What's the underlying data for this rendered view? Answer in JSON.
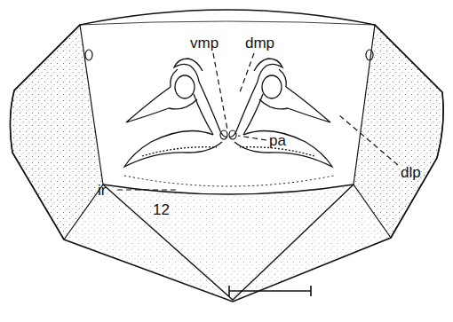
{
  "diagram": {
    "labels": [
      "vmp",
      "dmp",
      "pa",
      "dlp",
      "ir",
      "12"
    ]
  }
}
